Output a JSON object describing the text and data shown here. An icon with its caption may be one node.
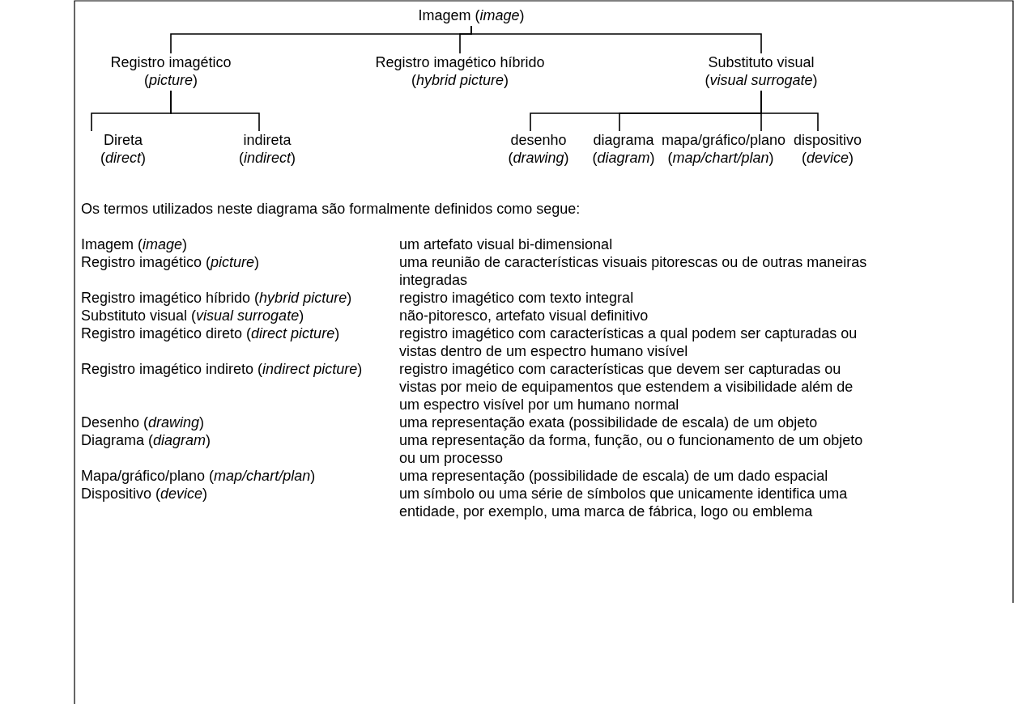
{
  "diagram": {
    "nodes": [
      {
        "text": [
          "Imagem (*image*)"
        ]
      },
      {
        "text": [
          "Registro imagético (*picture*)"
        ]
      },
      {
        "text": [
          "Registro imagético híbrido (*hybrid picture*)"
        ]
      },
      {
        "text": [
          "Substituto visual (*visual surrogate*)"
        ]
      },
      {
        "text": [
          "Direta (*direct*)"
        ]
      },
      {
        "text": [
          "indireta (*indirect*)"
        ]
      },
      {
        "text": [
          "desenho (*drawing*)"
        ]
      },
      {
        "text": [
          "diagrama (*diagram*)"
        ]
      },
      {
        "text": [
          "mapa/gráfico/plano (*map/chart/plan*)"
        ]
      },
      {
        "text": [
          "dispositivo (*device*)"
        ]
      }
    ],
    "edges": [
      {
        "from": 0,
        "to": 1,
        "arrow": "none"
      },
      {
        "from": 0,
        "to": 2,
        "arrow": "none"
      },
      {
        "from": 0,
        "to": 3,
        "arrow": "none"
      },
      {
        "from": 1,
        "to": 4,
        "arrow": "none"
      },
      {
        "from": 1,
        "to": 5,
        "arrow": "none"
      },
      {
        "from": 3,
        "to": 6,
        "arrow": "none"
      },
      {
        "from": 3,
        "to": 7,
        "arrow": "none"
      },
      {
        "from": 3,
        "to": 8,
        "arrow": "none"
      },
      {
        "from": 3,
        "to": 9,
        "arrow": "none"
      }
    ],
    "labels": [
      "Os termos utilizados neste diagrama são formalmente definidos como segue:",
      "Imagem (*image*)",
      "um artefato visual bi-dimensional",
      "Registro imagético (*picture*)",
      "uma reunião de características visuais pitorescas ou de outras maneiras integradas",
      "Registro imagético híbrido (*hybrid picture*)",
      "registro imagético com texto integral",
      "Substituto visual (*visual surrogate*)",
      "não-pitoresco, artefato visual definitivo",
      "Registro imagético direto (*direct picture*)",
      "registro imagético com características a qual podem ser capturadas ou vistas dentro de um espectro humano visível",
      "Registro imagético indireto (*indirect picture*)",
      "registro imagético com características que devem ser capturadas ou vistas por meio de equipamentos que estendem a visibilidade além de um espectro visível por um humano normal",
      "Desenho (*drawing*)",
      "uma representação exata (possibilidade de escala) de um objeto",
      "Diagrama (*diagram*)",
      "uma representação da forma, função, ou o funcionamento de um objeto ou um processo",
      "Mapa/gráfico/plano (*map/chart/plan*)",
      "uma representação (possibilidade de escala) de um dado espacial",
      "Dispositivo (*device*)",
      "um símbolo ou uma série de símbolos que unicamente identifica uma entidade, por exemplo, uma marca de fábrica, logo ou emblema"
    ]
  }
}
